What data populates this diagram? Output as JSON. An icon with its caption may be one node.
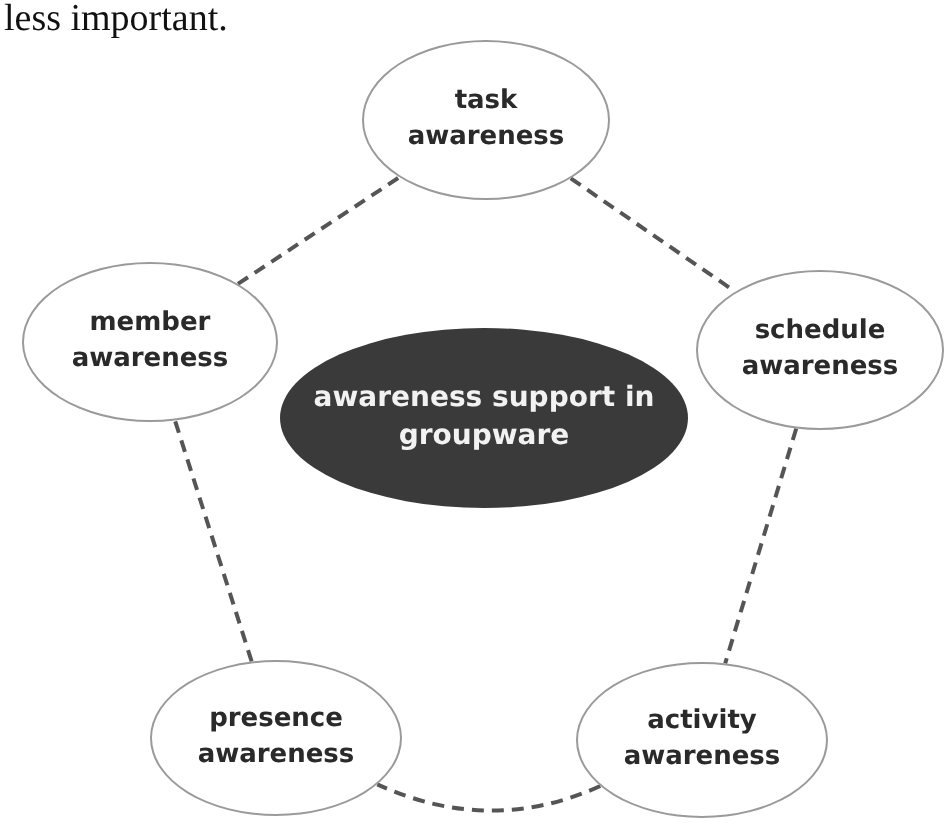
{
  "diagram": {
    "nodes": [
      {
        "text": [
          "task awareness"
        ]
      },
      {
        "text": [
          "member awareness"
        ]
      },
      {
        "text": [
          "schedule awareness"
        ]
      },
      {
        "text": [
          "awareness support in groupware"
        ]
      },
      {
        "text": [
          "presence awareness"
        ]
      },
      {
        "text": [
          "activity awareness"
        ]
      }
    ],
    "edges": [
      {
        "from": 0,
        "to": 2,
        "arrow": "none",
        "style": "dashed"
      },
      {
        "from": 2,
        "to": 5,
        "arrow": "none",
        "style": "dashed"
      },
      {
        "from": 5,
        "to": 4,
        "arrow": "none",
        "style": "dashed"
      },
      {
        "from": 4,
        "to": 1,
        "arrow": "none",
        "style": "dashed"
      },
      {
        "from": 1,
        "to": 0,
        "arrow": "none",
        "style": "dashed"
      }
    ],
    "labels": [
      "less important."
    ]
  }
}
